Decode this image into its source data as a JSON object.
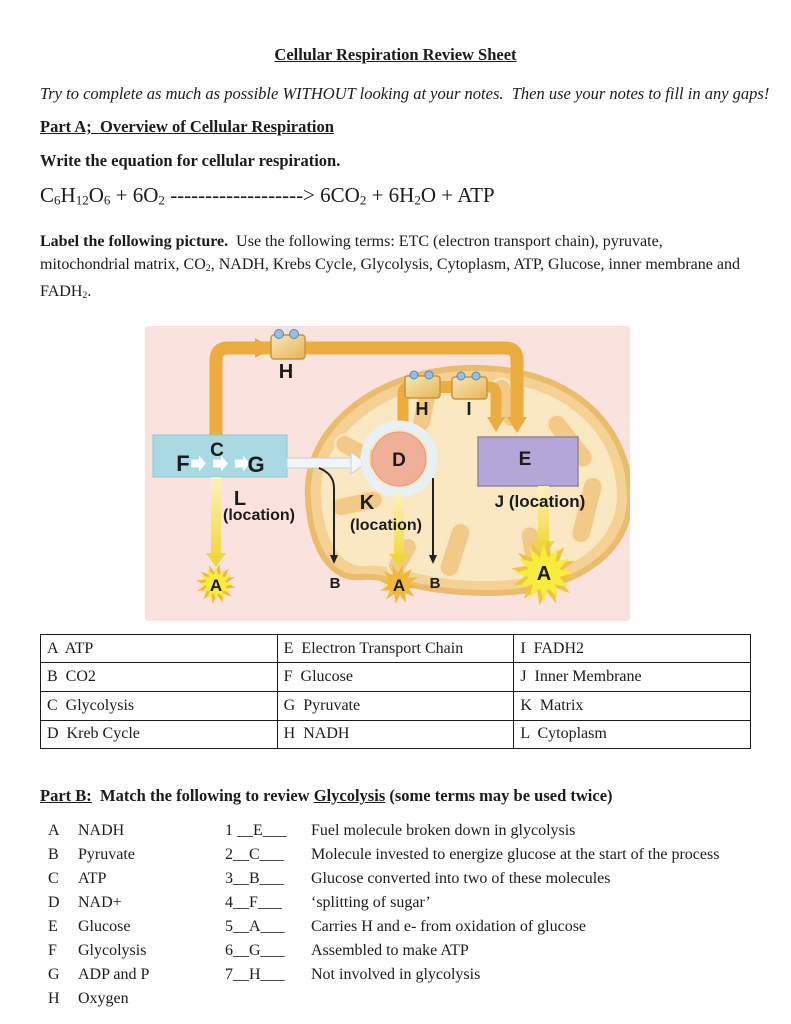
{
  "header": {
    "title": "Cellular Respiration Review Sheet",
    "instructions": "Try to complete as much as possible WITHOUT looking at your notes.  Then use your notes to fill in any gaps!"
  },
  "part_a": {
    "heading": "Part A;  Overview of Cellular Respiration",
    "equation_prompt": "Write the equation for cellular respiration.",
    "equation_segments": [
      {
        "t": "C"
      },
      {
        "t": "6",
        "sub": true
      },
      {
        "t": "H"
      },
      {
        "t": "12",
        "sub": true
      },
      {
        "t": "O"
      },
      {
        "t": "6",
        "sub": true
      },
      {
        "t": " + 6O"
      },
      {
        "t": "2",
        "sub": true
      },
      {
        "t": " -------------------> 6CO"
      },
      {
        "t": "2",
        "sub": true
      },
      {
        "t": " + 6H"
      },
      {
        "t": "2",
        "sub": true
      },
      {
        "t": "O + ATP"
      }
    ],
    "label_prompt_segments": [
      {
        "t": "Label the following picture.",
        "b": true
      },
      {
        "t": "  Use the following terms: ETC (electron transport chain), pyruvate, mitochondrial matrix, CO"
      },
      {
        "t": "2",
        "sub": true
      },
      {
        "t": ", NADH, Krebs Cycle, Glycolysis, Cytoplasm, ATP, Glucose, inner membrane and FADH"
      },
      {
        "t": "2",
        "sub": true
      },
      {
        "t": "."
      }
    ]
  },
  "diagram": {
    "labels": {
      "h_top": "H",
      "c": "C",
      "f": "F",
      "g": "G",
      "l": "L",
      "l_location": "(location)",
      "a_left": "A",
      "b_left": "B",
      "d": "D",
      "k": "K",
      "k_location": "(location)",
      "a_center": "A",
      "b_right": "B",
      "h_inner": "H",
      "i": "I",
      "e": "E",
      "j_location": "J (location)",
      "a_right": "A"
    },
    "colors": {
      "background_pink": "#fae3de",
      "pipe_orange": "#ecac3e",
      "carrier_box_tan": "#f3d590",
      "carrier_dot_blue": "#8fc1e9",
      "glycolysis_box_blue": "#a9dae4",
      "mitochondrion_tan": "#f5d194",
      "mitochondrion_inner": "#fae8c2",
      "cristae_tan": "#f2c987",
      "etc_box_purple": "#b4a6d6",
      "krebs_circle_salmon": "#f0b097",
      "cycle_ring_blue": "#e9f1f8",
      "atp_arrow_yellow": "#f2da3e",
      "starburst_yellow": "#f8ec3c",
      "label_black": "#1b1b1b"
    }
  },
  "answer_table": {
    "rows": [
      [
        "A  ATP",
        "E  Electron Transport Chain",
        "I  FADH2"
      ],
      [
        "B  CO2",
        "F  Glucose",
        "J  Inner Membrane"
      ],
      [
        "C  Glycolysis",
        "G  Pyruvate",
        "K  Matrix"
      ],
      [
        "D  Kreb Cycle",
        "H  NADH",
        "L  Cytoplasm"
      ]
    ]
  },
  "part_b": {
    "heading_segments": [
      {
        "t": "Part B:",
        "b": true,
        "u": true
      },
      {
        "t": "  Match the following to review ",
        "b": true
      },
      {
        "t": "Glycolysis",
        "b": true,
        "u": true
      },
      {
        "t": " (some terms may be used twice)",
        "b": true
      }
    ],
    "terms": [
      {
        "letter": "A",
        "term": "NADH"
      },
      {
        "letter": "B",
        "term": "Pyruvate"
      },
      {
        "letter": "C",
        "term": "ATP"
      },
      {
        "letter": "D",
        "term": "NAD+"
      },
      {
        "letter": "E",
        "term": "Glucose"
      },
      {
        "letter": "F",
        "term": "Glycolysis"
      },
      {
        "letter": "G",
        "term": "ADP and P"
      },
      {
        "letter": "H",
        "term": "Oxygen"
      }
    ],
    "matches": [
      {
        "blank": "1 __E___",
        "desc": "Fuel molecule broken down in glycolysis"
      },
      {
        "blank": "2__C___",
        "desc": "Molecule invested to energize glucose at the start of the process"
      },
      {
        "blank": "3__B___",
        "desc": "Glucose converted into two of these molecules"
      },
      {
        "blank": "4__F___",
        "desc": "‘splitting of sugar’"
      },
      {
        "blank": "5__A___",
        "desc": "Carries H and e- from oxidation of glucose"
      },
      {
        "blank": "6__G___",
        "desc": "Assembled to make ATP"
      },
      {
        "blank": "7__H___",
        "desc": "Not involved in glycolysis"
      }
    ]
  }
}
